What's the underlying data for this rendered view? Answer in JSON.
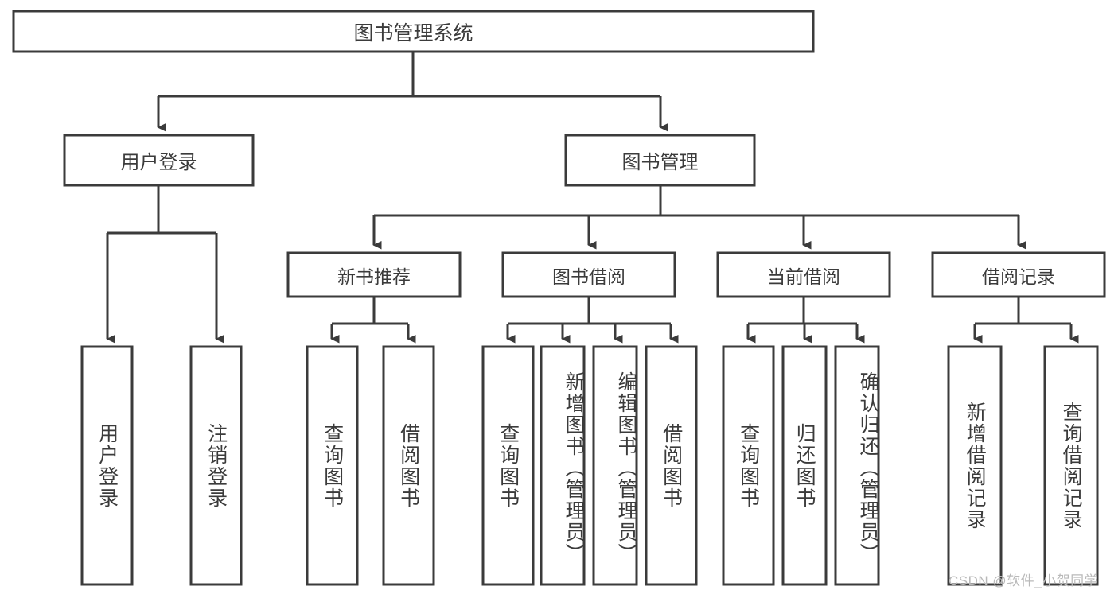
{
  "diagram": {
    "type": "tree-hierarchy",
    "title": "图书管理系统",
    "root": {
      "label": "图书管理系统"
    },
    "level2": [
      {
        "label": "用户登录"
      },
      {
        "label": "图书管理"
      }
    ],
    "level3": [
      {
        "label": "新书推荐"
      },
      {
        "label": "图书借阅"
      },
      {
        "label": "当前借阅"
      },
      {
        "label": "借阅记录"
      }
    ],
    "leaves": {
      "user_login": [
        {
          "label": "用户登录"
        },
        {
          "label": "注销登录"
        }
      ],
      "new_book_recommend": [
        {
          "label": "查询图书"
        },
        {
          "label": "借阅图书"
        }
      ],
      "book_borrow": [
        {
          "label": "查询图书"
        },
        {
          "label": "新增图书（管理员）"
        },
        {
          "label": "编辑图书（管理员）"
        },
        {
          "label": "借阅图书"
        }
      ],
      "current_borrow": [
        {
          "label": "查询图书"
        },
        {
          "label": "归还图书"
        },
        {
          "label": "确认归还（管理员）"
        }
      ],
      "borrow_record": [
        {
          "label": "新增借阅记录"
        },
        {
          "label": "查询借阅记录"
        }
      ]
    }
  },
  "watermark": {
    "text": "CSDN @软件_小贺同学"
  },
  "colors": {
    "stroke": "#3b3b3b",
    "fill": "#ffffff",
    "text": "#3b3b3b",
    "watermark": "#b9b9b9"
  }
}
